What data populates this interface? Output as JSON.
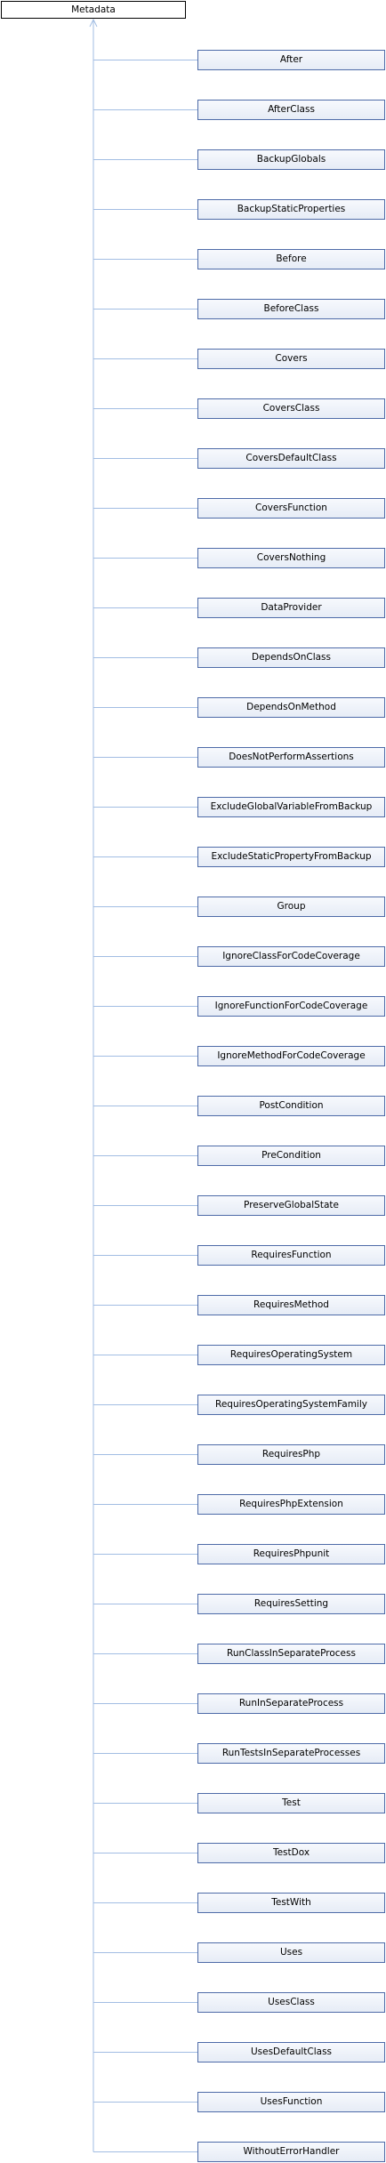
{
  "parent": {
    "label": "Metadata"
  },
  "children": [
    {
      "label": "After"
    },
    {
      "label": "AfterClass"
    },
    {
      "label": "BackupGlobals"
    },
    {
      "label": "BackupStaticProperties"
    },
    {
      "label": "Before"
    },
    {
      "label": "BeforeClass"
    },
    {
      "label": "Covers"
    },
    {
      "label": "CoversClass"
    },
    {
      "label": "CoversDefaultClass"
    },
    {
      "label": "CoversFunction"
    },
    {
      "label": "CoversNothing"
    },
    {
      "label": "DataProvider"
    },
    {
      "label": "DependsOnClass"
    },
    {
      "label": "DependsOnMethod"
    },
    {
      "label": "DoesNotPerformAssertions"
    },
    {
      "label": "ExcludeGlobalVariableFromBackup"
    },
    {
      "label": "ExcludeStaticPropertyFromBackup"
    },
    {
      "label": "Group"
    },
    {
      "label": "IgnoreClassForCodeCoverage"
    },
    {
      "label": "IgnoreFunctionForCodeCoverage"
    },
    {
      "label": "IgnoreMethodForCodeCoverage"
    },
    {
      "label": "PostCondition"
    },
    {
      "label": "PreCondition"
    },
    {
      "label": "PreserveGlobalState"
    },
    {
      "label": "RequiresFunction"
    },
    {
      "label": "RequiresMethod"
    },
    {
      "label": "RequiresOperatingSystem"
    },
    {
      "label": "RequiresOperatingSystemFamily"
    },
    {
      "label": "RequiresPhp"
    },
    {
      "label": "RequiresPhpExtension"
    },
    {
      "label": "RequiresPhpunit"
    },
    {
      "label": "RequiresSetting"
    },
    {
      "label": "RunClassInSeparateProcess"
    },
    {
      "label": "RunInSeparateProcess"
    },
    {
      "label": "RunTestsInSeparateProcesses"
    },
    {
      "label": "Test"
    },
    {
      "label": "TestDox"
    },
    {
      "label": "TestWith"
    },
    {
      "label": "Uses"
    },
    {
      "label": "UsesClass"
    },
    {
      "label": "UsesDefaultClass"
    },
    {
      "label": "UsesFunction"
    },
    {
      "label": "WithoutErrorHandler"
    }
  ],
  "colors": {
    "connector": "#a2bde3",
    "child_border": "#4e6ba8",
    "parent_border": "#000000"
  }
}
